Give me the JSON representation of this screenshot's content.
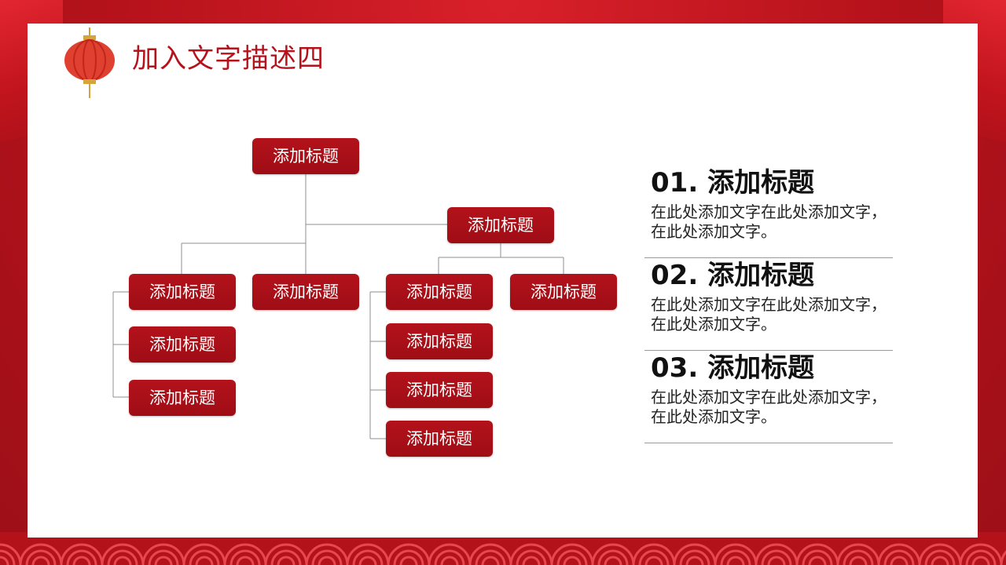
{
  "slide": {
    "title": "加入文字描述四"
  },
  "org_chart": {
    "root": "添加标题",
    "branch": "添加标题",
    "left_group": [
      "添加标题",
      "添加标题",
      "添加标题"
    ],
    "middle": "添加标题",
    "right_group": [
      "添加标题",
      "添加标题",
      "添加标题",
      "添加标题"
    ],
    "right_side": "添加标题"
  },
  "list": [
    {
      "title": "01. 添加标题",
      "text": "在此处添加文字在此处添加文字，在此处添加文字。"
    },
    {
      "title": "02. 添加标题",
      "text": "在此处添加文字在此处添加文字，在此处添加文字。"
    },
    {
      "title": "03. 添加标题",
      "text": "在此处添加文字在此处添加文字，在此处添加文字。"
    }
  ],
  "colors": {
    "accent": "#b5121b",
    "background": "#b5131c",
    "panel": "#ffffff"
  }
}
